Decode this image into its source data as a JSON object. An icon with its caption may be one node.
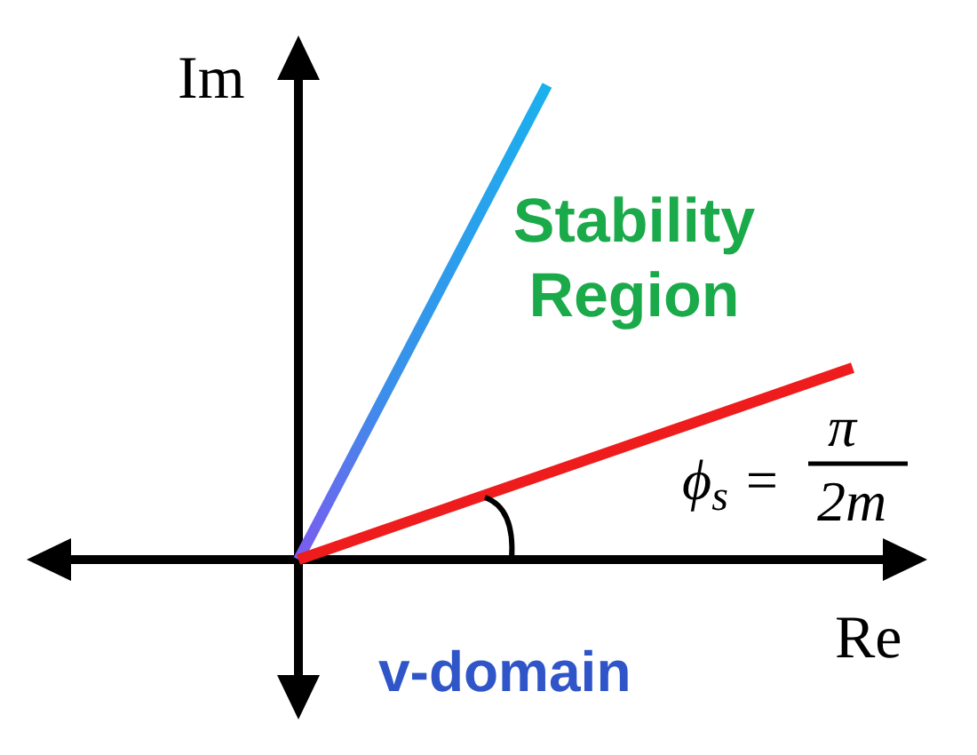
{
  "diagram": {
    "labels": [
      "Im",
      "Stability Region",
      "ϕ$_{s}$ =",
      "π",
      "2m",
      "Re",
      "v-domain"
    ]
  }
}
